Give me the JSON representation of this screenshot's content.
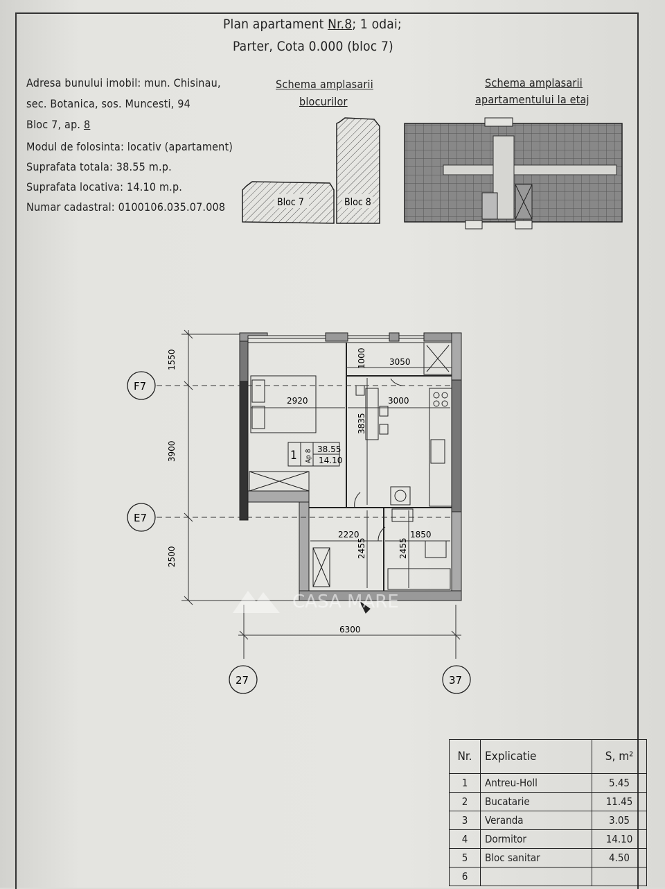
{
  "title": {
    "line1": "Plan apartament",
    "number": "Nr.8",
    "rest": "; 1 odai;",
    "line2": "Parter, Cota 0.000 (bloc 7)"
  },
  "info": {
    "address1": "Adresa bunului imobil: mun. Chisinau,",
    "address2": "sec. Botanica, sos. Muncesti, 94",
    "bloc_prefix": "Bloc 7, ap.",
    "bloc_ap": "8",
    "usage": "Modul de folosinta: locativ (apartament)",
    "total_area": "Suprafata totala: 38.55 m.p.",
    "living_area": "Suprafata locativa: 14.10 m.p.",
    "cadastral": "Numar cadastral: 0100106.035.07.008"
  },
  "schema_blocks": {
    "caption1": "Schema amplasarii",
    "caption2": "blocurilor",
    "bloc7": "Bloc 7",
    "bloc8": "Bloc 8"
  },
  "schema_floor": {
    "caption1": "Schema amplasarii",
    "caption2": "apartamentului la etaj"
  },
  "plan": {
    "axes": {
      "f": "F7",
      "e": "E7",
      "two": "27",
      "three": "37"
    },
    "dims": {
      "d1550": "1550",
      "d3900": "3900",
      "d2500": "2500",
      "d1000": "1000",
      "d3050": "3050",
      "d2920": "2920",
      "d3000": "3000",
      "d3835": "3835",
      "d2220": "2220",
      "d1850": "1850",
      "d2455a": "2455",
      "d2455b": "2455",
      "d6300": "6300"
    },
    "room_tag": {
      "num": "1",
      "ap": "Ap 8",
      "total": "38.55",
      "living": "14.10"
    }
  },
  "watermark": "CASA MARE",
  "legend": {
    "headers": {
      "nr": "Nr.",
      "explicatie": "Explicatie",
      "s": "S, m²"
    },
    "rows": [
      {
        "nr": "1",
        "name": "Antreu-Holl",
        "area": "5.45"
      },
      {
        "nr": "2",
        "name": "Bucatarie",
        "area": "11.45"
      },
      {
        "nr": "3",
        "name": "Veranda",
        "area": "3.05"
      },
      {
        "nr": "4",
        "name": "Dormitor",
        "area": "14.10"
      },
      {
        "nr": "5",
        "name": "Bloc sanitar",
        "area": "4.50"
      },
      {
        "nr": "6",
        "name": "",
        "area": ""
      }
    ]
  }
}
